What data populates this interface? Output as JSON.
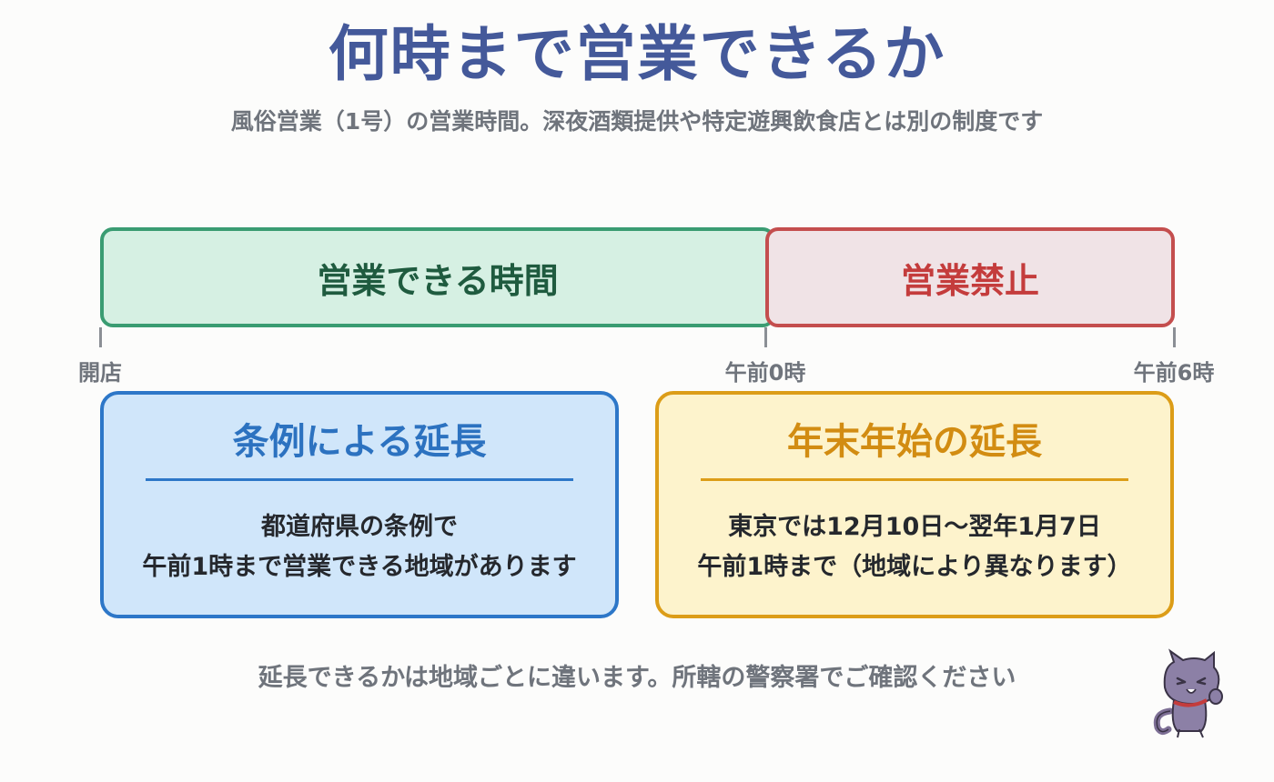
{
  "header": {
    "title": "何時まで営業できるか",
    "subtitle": "風俗営業（1号）の営業時間。深夜酒類提供や特定遊興飲食店とは別の制度です"
  },
  "timeline": {
    "bars": [
      {
        "label": "営業できる時間",
        "kind": "allowed"
      },
      {
        "label": "営業禁止",
        "kind": "prohibited"
      }
    ],
    "ticks": [
      {
        "label": "開店"
      },
      {
        "label": "午前0時"
      },
      {
        "label": "午前6時"
      }
    ]
  },
  "cards": {
    "ordinance": {
      "title": "条例による延長",
      "lines": [
        "都道府県の条例で",
        "午前1時まで営業できる地域があります"
      ]
    },
    "new_year": {
      "title": "年末年始の延長",
      "lines": [
        "東京では12月10日〜翌年1月7日",
        "午前1時まで（地域により異なります）"
      ]
    }
  },
  "footer": {
    "note": "延長できるかは地域ごとに違います。所轄の警察署でご確認ください"
  },
  "colors": {
    "title": "#44599a",
    "allowed": "#3a9c72",
    "prohibited": "#c44e4e",
    "ordinance": "#2d77c8",
    "new_year": "#dc9d18"
  },
  "icons": {
    "mascot": "cat-mascot-icon"
  }
}
